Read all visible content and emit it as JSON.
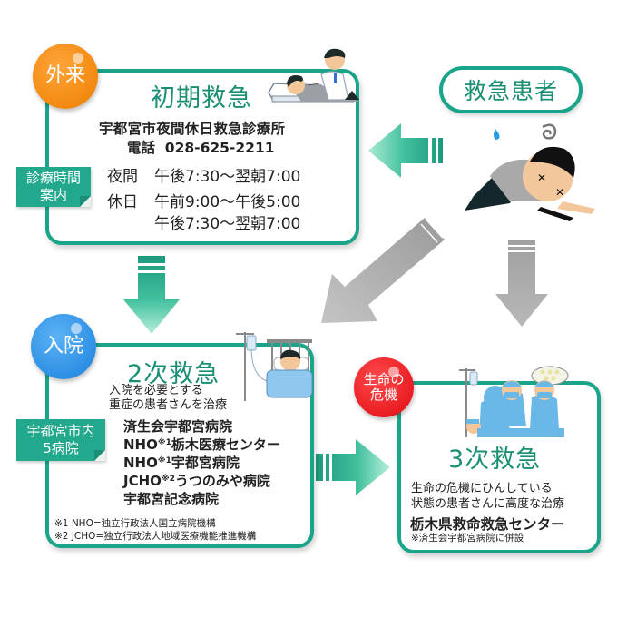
{
  "colors": {
    "teal": "#1aa58a",
    "teal_text": "#1a8f74",
    "orange": "#f28a10",
    "blue": "#2e8fe5",
    "red": "#e91d24",
    "gray_arrow": "#a8a8a8"
  },
  "patient": {
    "label": "救急患者",
    "illustration": "collapsed-patient"
  },
  "primary": {
    "badge": "外来",
    "title": "初期救急",
    "facility": "宇都宮市夜間休日救急診療所",
    "phone": "電話  028-625-2211",
    "tag_line1": "診療時間",
    "tag_line2": "案内",
    "hours": [
      {
        "label": "夜間",
        "time": "午後7:30〜翌朝7:00"
      },
      {
        "label": "休日",
        "time": "午前9:00〜午後5:00"
      },
      {
        "label": "",
        "time": "午後7:30〜翌朝7:00"
      }
    ],
    "illustration": "doctor-examining-patient"
  },
  "secondary": {
    "badge": "入院",
    "title": "2次救急",
    "desc_line1": "入院を必要とする",
    "desc_line2": "重症の患者さんを治療",
    "tag_line1": "宇都宮市内",
    "tag_line2": "5病院",
    "hospitals": [
      {
        "prefix": "",
        "note": "",
        "name": "済生会宇都宮病院"
      },
      {
        "prefix": "NHO",
        "note": "※1",
        "name": "栃木医療センター"
      },
      {
        "prefix": "NHO",
        "note": "※1",
        "name": "宇都宮病院"
      },
      {
        "prefix": "JCHO",
        "note": "※2",
        "name": "うつのみや病院"
      },
      {
        "prefix": "",
        "note": "",
        "name": "宇都宮記念病院"
      }
    ],
    "footnotes": [
      "※1 NHO=独立行政法人国立病院機構",
      "※2 JCHO=独立行政法人地域医療機能推進機構"
    ],
    "illustration": "patient-in-hospital-bed"
  },
  "tertiary": {
    "badge_line1": "生命の",
    "badge_line2": "危機",
    "title": "3次救急",
    "desc_line1": "生命の危機にひんしている",
    "desc_line2": "状態の患者さんに高度な治療",
    "center": "栃木県救命救急センター",
    "center_note": "※済生会宇都宮病院に併設",
    "illustration": "surgery-team"
  },
  "arrows": [
    {
      "name": "patient-to-primary",
      "direction": "left",
      "color": "teal"
    },
    {
      "name": "primary-to-secondary",
      "direction": "down",
      "color": "teal"
    },
    {
      "name": "patient-to-secondary",
      "direction": "down-left",
      "color": "gray"
    },
    {
      "name": "patient-to-tertiary",
      "direction": "down",
      "color": "gray"
    },
    {
      "name": "secondary-to-tertiary",
      "direction": "right",
      "color": "teal"
    }
  ]
}
